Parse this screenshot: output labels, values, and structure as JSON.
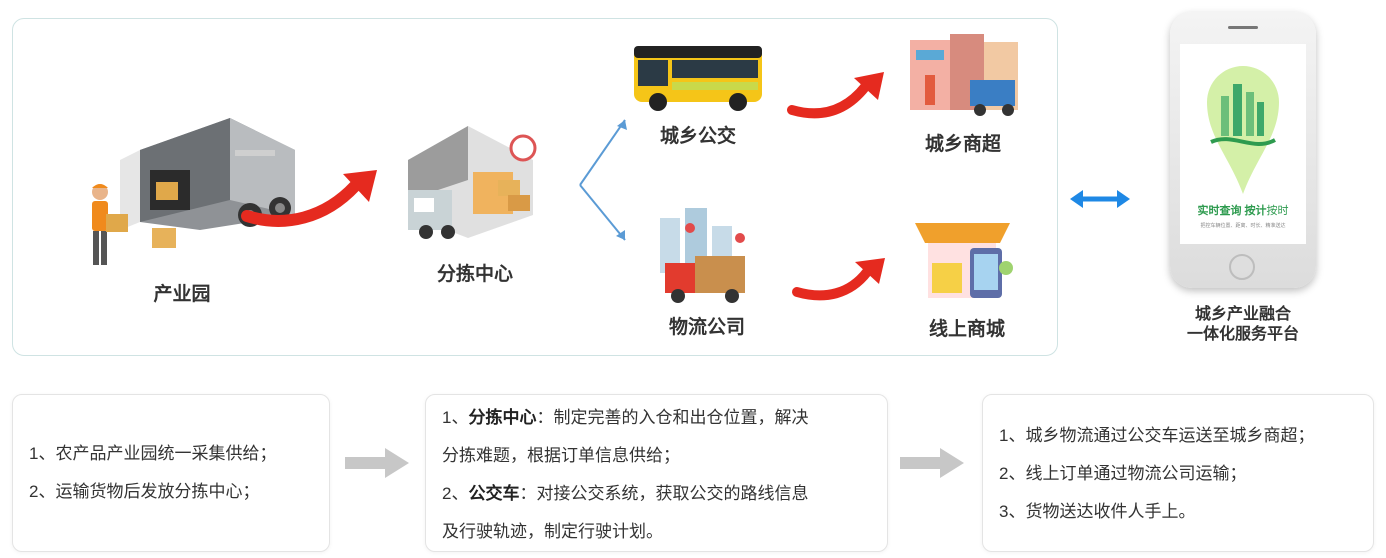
{
  "flow": {
    "nodes": {
      "industrial_park": "产业园",
      "sorting_center": "分拣中心",
      "bus": "城乡公交",
      "logistics": "物流公司",
      "supermarket": "城乡商超",
      "online_mall": "线上商城"
    },
    "platform": {
      "line1": "城乡产业融合",
      "line2": "一体化服务平台",
      "phone_title_a": "实时查询",
      "phone_title_b": "按计",
      "phone_title_c": "按时",
      "phone_subtitle": "把控车辆位置、距离、时长、精准送达"
    }
  },
  "notes": {
    "box1": {
      "line1": "1、农产品产业园统一采集供给；",
      "line2": "2、运输货物后发放分拣中心；"
    },
    "box2": {
      "l1_num": "1、",
      "l1_key": "分拣中心",
      "l1_text": "：制定完善的入仓和出仓位置，解决",
      "l2_text": "分拣难题，根据订单信息供给；",
      "l3_num": "2、",
      "l3_key": "公交车",
      "l3_text": "：对接公交系统，获取公交的路线信息",
      "l4_text": "及行驶轨迹，制定行驶计划。"
    },
    "box3": {
      "line1": "1、城乡物流通过公交车运送至城乡商超；",
      "line2": "2、线上订单通过物流公司运输；",
      "line3": "3、货物送达收件人手上。"
    }
  },
  "colors": {
    "red_arrow": "#e52a1f",
    "blue_arrow": "#1e88e5",
    "split_lines": "#5b9bd5",
    "gray_arrow": "#c7c7c7",
    "bus_yellow": "#f5c518",
    "phone_green": "#2e9b4f"
  }
}
